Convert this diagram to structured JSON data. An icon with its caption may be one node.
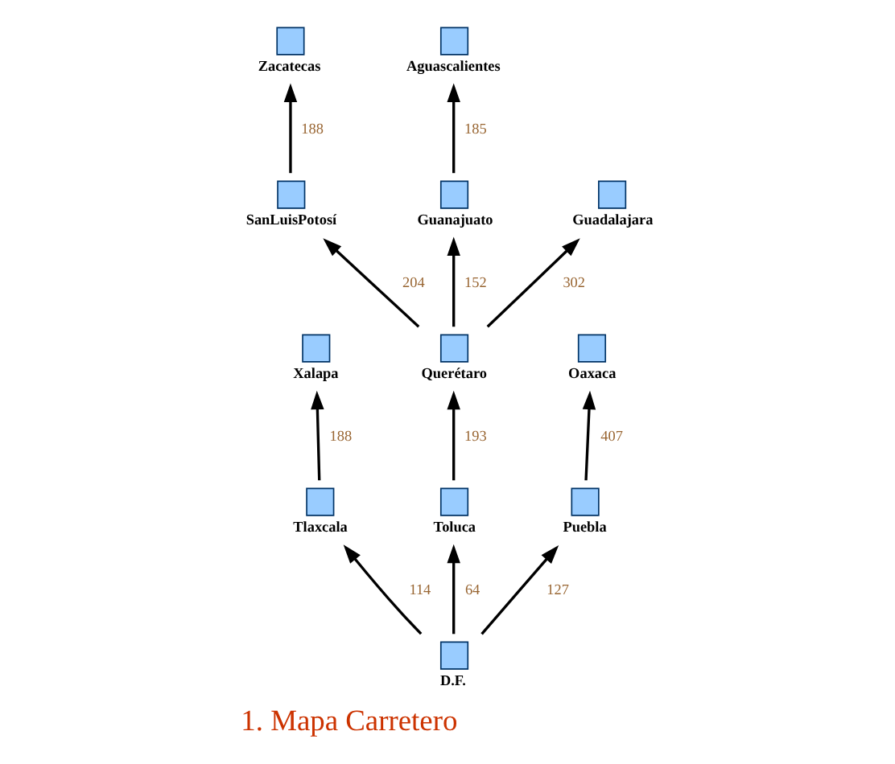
{
  "diagram": {
    "title": "1. Mapa Carretero",
    "nodes": [
      {
        "text": [
          "Zacatecas"
        ]
      },
      {
        "text": [
          "SanLuisPotosí"
        ]
      },
      {
        "text": [
          "Aguascalientes"
        ]
      },
      {
        "text": [
          "Guanajuato"
        ]
      },
      {
        "text": [
          "Querétaro"
        ]
      },
      {
        "text": [
          "Guadalajara"
        ]
      },
      {
        "text": [
          "Tlaxcala"
        ]
      },
      {
        "text": [
          "Xalapa"
        ]
      },
      {
        "text": [
          "D.F."
        ]
      },
      {
        "text": [
          "Toluca"
        ]
      },
      {
        "text": [
          "Puebla"
        ]
      },
      {
        "text": [
          "Oaxaca"
        ]
      }
    ],
    "edges": [
      {
        "from": 1,
        "to": 0,
        "arrow": "to",
        "label": "188"
      },
      {
        "from": 3,
        "to": 2,
        "arrow": "to",
        "label": "185"
      },
      {
        "from": 4,
        "to": 3,
        "arrow": "to",
        "label": "152"
      },
      {
        "from": 4,
        "to": 1,
        "arrow": "to",
        "label": "204"
      },
      {
        "from": 4,
        "to": 5,
        "arrow": "to",
        "label": "302"
      },
      {
        "from": 8,
        "to": 6,
        "arrow": "to",
        "label": "114"
      },
      {
        "from": 6,
        "to": 7,
        "arrow": "to",
        "label": "188"
      },
      {
        "from": 8,
        "to": 9,
        "arrow": "to",
        "label": "64"
      },
      {
        "from": 9,
        "to": 4,
        "arrow": "to",
        "label": "193"
      },
      {
        "from": 8,
        "to": 10,
        "arrow": "to",
        "label": "127"
      },
      {
        "from": 10,
        "to": 11,
        "arrow": "to",
        "label": "407"
      }
    ]
  }
}
